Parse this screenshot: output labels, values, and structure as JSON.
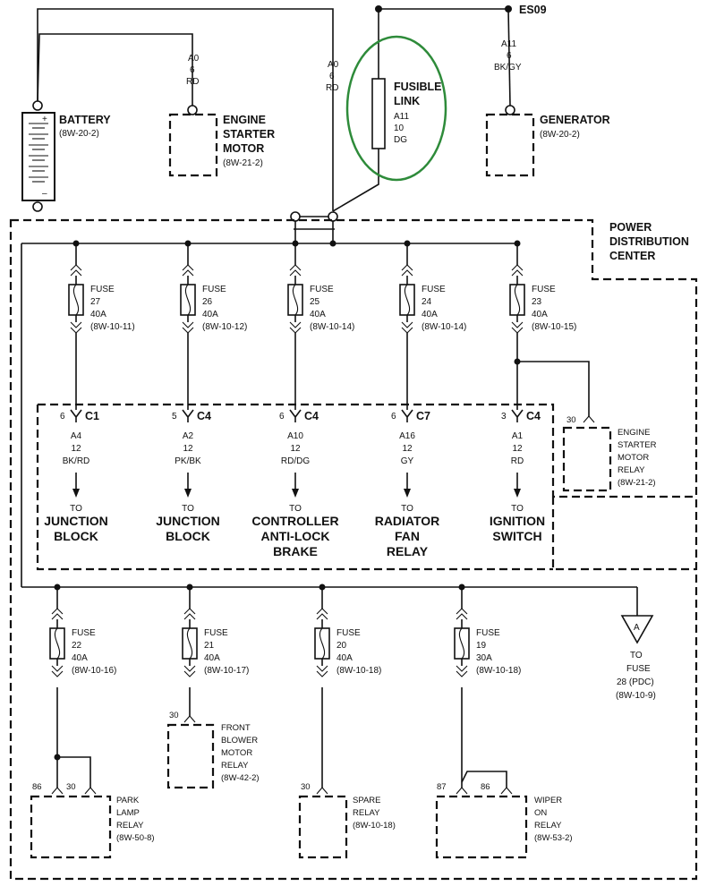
{
  "es09": "ES09",
  "battery": {
    "name": "BATTERY",
    "ref": "(8W-20-2)"
  },
  "starter": {
    "lines": [
      "ENGINE",
      "STARTER",
      "MOTOR"
    ],
    "ref": "(8W-21-2)"
  },
  "generator": {
    "name": "GENERATOR",
    "ref": "(8W-20-2)"
  },
  "fusible": {
    "title": [
      "FUSIBLE",
      "LINK"
    ],
    "wire": [
      "A11",
      "10",
      "DG"
    ],
    "highlight_color": "#2e8b3a"
  },
  "wire_starter": [
    "A0",
    "6",
    "RD"
  ],
  "wire_battery_pdc": [
    "A0",
    "6",
    "RD"
  ],
  "wire_generator": [
    "A11",
    "6",
    "BK/GY"
  ],
  "pdc": [
    "POWER",
    "DISTRIBUTION",
    "CENTER"
  ],
  "fuses_top": [
    {
      "label": "FUSE",
      "num": "27",
      "amp": "40A",
      "ref": "(8W-10-11)",
      "pin": "6",
      "conn": "C1",
      "wire": [
        "A4",
        "12",
        "BK/RD"
      ],
      "to": "TO",
      "dest": [
        "JUNCTION",
        "BLOCK"
      ]
    },
    {
      "label": "FUSE",
      "num": "26",
      "amp": "40A",
      "ref": "(8W-10-12)",
      "pin": "5",
      "conn": "C4",
      "wire": [
        "A2",
        "12",
        "PK/BK"
      ],
      "to": "TO",
      "dest": [
        "JUNCTION",
        "BLOCK"
      ]
    },
    {
      "label": "FUSE",
      "num": "25",
      "amp": "40A",
      "ref": "(8W-10-14)",
      "pin": "6",
      "conn": "C4",
      "wire": [
        "A10",
        "12",
        "RD/DG"
      ],
      "to": "TO",
      "dest": [
        "CONTROLLER",
        "ANTI-LOCK",
        "BRAKE"
      ]
    },
    {
      "label": "FUSE",
      "num": "24",
      "amp": "40A",
      "ref": "(8W-10-14)",
      "pin": "6",
      "conn": "C7",
      "wire": [
        "A16",
        "12",
        "GY"
      ],
      "to": "TO",
      "dest": [
        "RADIATOR",
        "FAN",
        "RELAY"
      ]
    },
    {
      "label": "FUSE",
      "num": "23",
      "amp": "40A",
      "ref": "(8W-10-15)",
      "pin": "3",
      "conn": "C4",
      "wire": [
        "A1",
        "12",
        "RD"
      ],
      "to": "TO",
      "dest": [
        "IGNITION",
        "SWITCH"
      ]
    }
  ],
  "starter_relay": {
    "pin": "30",
    "lines": [
      "ENGINE",
      "STARTER",
      "MOTOR",
      "RELAY",
      "(8W-21-2)"
    ]
  },
  "fuses_bottom": [
    {
      "label": "FUSE",
      "num": "22",
      "amp": "40A",
      "ref": "(8W-10-16)"
    },
    {
      "label": "FUSE",
      "num": "21",
      "amp": "40A",
      "ref": "(8W-10-17)"
    },
    {
      "label": "FUSE",
      "num": "20",
      "amp": "40A",
      "ref": "(8W-10-18)"
    },
    {
      "label": "FUSE",
      "num": "19",
      "amp": "30A",
      "ref": "(8W-10-18)"
    }
  ],
  "offpage": {
    "letter": "A",
    "lines": [
      "TO",
      "FUSE",
      "28 (PDC)",
      "(8W-10-9)"
    ]
  },
  "relays_bottom": [
    {
      "pins": [
        "86",
        "30"
      ],
      "lines": [
        "PARK",
        "LAMP",
        "RELAY",
        "(8W-50-8)"
      ]
    },
    {
      "pins": [
        "30"
      ],
      "lines": [
        "FRONT",
        "BLOWER",
        "MOTOR",
        "RELAY",
        "(8W-42-2)"
      ]
    },
    {
      "pins": [
        "30"
      ],
      "lines": [
        "SPARE",
        "RELAY",
        "(8W-10-18)"
      ]
    },
    {
      "pins": [
        "87",
        "86"
      ],
      "lines": [
        "WIPER",
        "ON",
        "RELAY",
        "(8W-53-2)"
      ]
    }
  ]
}
